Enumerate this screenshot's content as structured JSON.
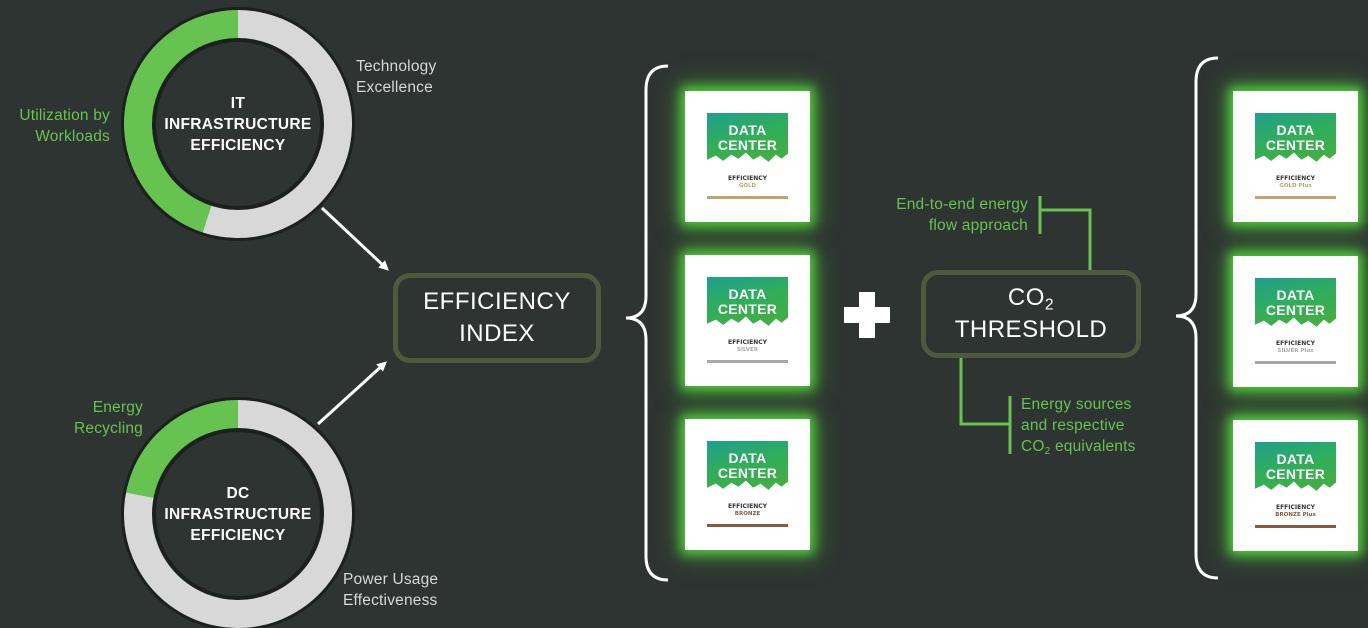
{
  "colors": {
    "background": "#2e3432",
    "accent_green": "#66c34f",
    "ring_grey": "#d8d8d8",
    "box_border": "#4d5a3c",
    "glow": "#4fc93a"
  },
  "it_donut": {
    "title": [
      "IT",
      "INFRASTRUCTURE",
      "EFFICIENCY"
    ],
    "green_label": [
      "Utilization by",
      "Workloads"
    ],
    "grey_label": [
      "Technology",
      "Excellence"
    ],
    "green_share": 0.45
  },
  "dc_donut": {
    "title": [
      "DC",
      "INFRASTRUCTURE",
      "EFFICIENCY"
    ],
    "green_label": [
      "Energy",
      "Recycling"
    ],
    "grey_label": [
      "Power Usage",
      "Effectiveness"
    ],
    "green_share": 0.22
  },
  "efficiency_index": [
    "EFFICIENCY",
    "INDEX"
  ],
  "co2_threshold": {
    "line1": "CO",
    "sub": "2",
    "line2": "THRESHOLD"
  },
  "co2_notes": {
    "top": [
      "End-to-end energy",
      "flow approach"
    ],
    "bottom": [
      "Energy sources",
      "and respective",
      "CO",
      "2",
      " equivalents"
    ]
  },
  "plus_icon": "plus-icon",
  "badge_text": {
    "line1": "DATA",
    "line2": "CENTER",
    "efficiency": "EFFICIENCY"
  },
  "left_labels": [
    {
      "level": "GOLD",
      "color": "#c3a36b"
    },
    {
      "level": "SILVER",
      "color": "#a8a8a8"
    },
    {
      "level": "BRONZE",
      "color": "#8a5a3c"
    }
  ],
  "right_labels": [
    {
      "level": "GOLD Plus",
      "color": "#c3a36b"
    },
    {
      "level": "SILVER Plus",
      "color": "#a8a8a8"
    },
    {
      "level": "BRONZE Plus",
      "color": "#8a5a3c"
    }
  ]
}
